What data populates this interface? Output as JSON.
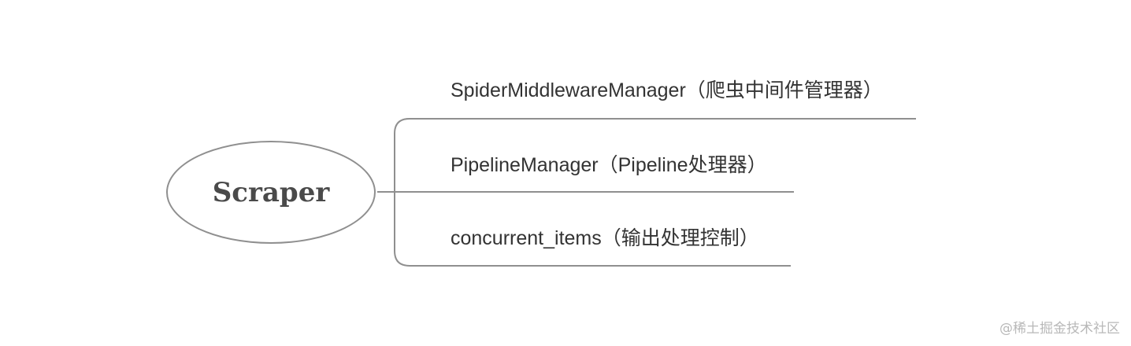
{
  "diagram": {
    "root": {
      "label": "Scraper"
    },
    "branches": [
      {
        "label": "SpiderMiddlewareManager（爬虫中间件管理器）"
      },
      {
        "label": "PipelineManager（Pipeline处理器）"
      },
      {
        "label": "concurrent_items（输出处理控制）"
      }
    ],
    "line_color": "#8f8f8f",
    "text_color": "#333333"
  },
  "watermark": {
    "text": "@稀土掘金技术社区"
  }
}
